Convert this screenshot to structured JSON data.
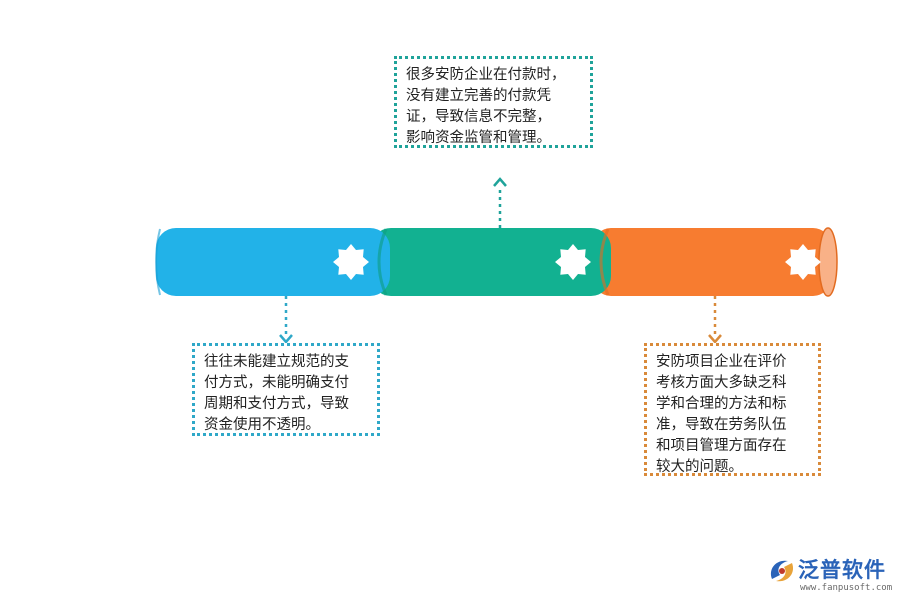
{
  "segments": [
    {
      "color": "#22b2e8",
      "shade": "#1a9fd3"
    },
    {
      "color": "#12b191",
      "shade": "#0e9d80"
    },
    {
      "color": "#f77c30",
      "shade": "#e26b20",
      "cap": "#f9b187"
    }
  ],
  "notes": {
    "top": "很多安防企业在付款时，\n没有建立完善的付款凭\n证，导致信息不完整，\n影响资金监管和管理。",
    "left": "往往未能建立规范的支\n付方式，未能明确支付\n周期和支付方式，导致\n资金使用不透明。",
    "right": "安防项目企业在评价\n考核方面大多缺乏科\n学和合理的方法和标\n准，导致在劳务队伍\n和项目管理方面存在\n较大的问题。"
  },
  "logo": {
    "name": "泛普软件",
    "url": "www.fanpusoft.com"
  }
}
